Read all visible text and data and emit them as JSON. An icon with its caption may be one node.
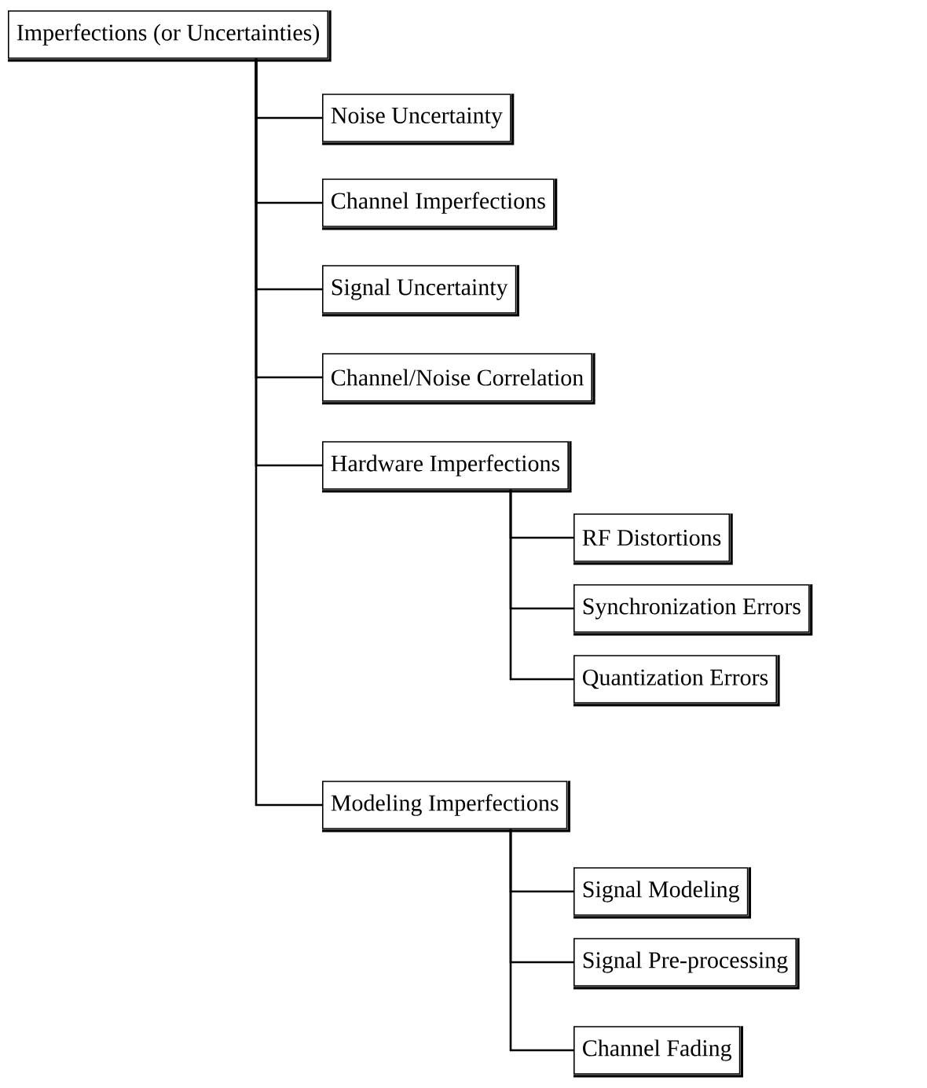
{
  "diagram": {
    "nodes": [
      {
        "text": [
          "Imperfections (or Uncertainties)"
        ]
      },
      {
        "text": [
          "Noise Uncertainty"
        ]
      },
      {
        "text": [
          "Channel Imperfections"
        ]
      },
      {
        "text": [
          "Signal Uncertainty"
        ]
      },
      {
        "text": [
          "Channel/Noise Correlation"
        ]
      },
      {
        "text": [
          "Hardware Imperfections"
        ]
      },
      {
        "text": [
          "RF Distortions"
        ]
      },
      {
        "text": [
          "Synchronization Errors"
        ]
      },
      {
        "text": [
          "Quantization Errors"
        ]
      },
      {
        "text": [
          "Modeling Imperfections"
        ]
      },
      {
        "text": [
          "Signal Modeling"
        ]
      },
      {
        "text": [
          "Signal Pre-processing"
        ]
      },
      {
        "text": [
          "Channel Fading"
        ]
      }
    ],
    "edges": [
      {
        "from": 0,
        "to": 1,
        "arrow": "none"
      },
      {
        "from": 0,
        "to": 2,
        "arrow": "none"
      },
      {
        "from": 0,
        "to": 3,
        "arrow": "none"
      },
      {
        "from": 0,
        "to": 4,
        "arrow": "none"
      },
      {
        "from": 0,
        "to": 5,
        "arrow": "none"
      },
      {
        "from": 0,
        "to": 9,
        "arrow": "none"
      },
      {
        "from": 5,
        "to": 6,
        "arrow": "none"
      },
      {
        "from": 5,
        "to": 7,
        "arrow": "none"
      },
      {
        "from": 5,
        "to": 8,
        "arrow": "none"
      },
      {
        "from": 9,
        "to": 10,
        "arrow": "none"
      },
      {
        "from": 9,
        "to": 11,
        "arrow": "none"
      },
      {
        "from": 9,
        "to": 12,
        "arrow": "none"
      }
    ]
  }
}
